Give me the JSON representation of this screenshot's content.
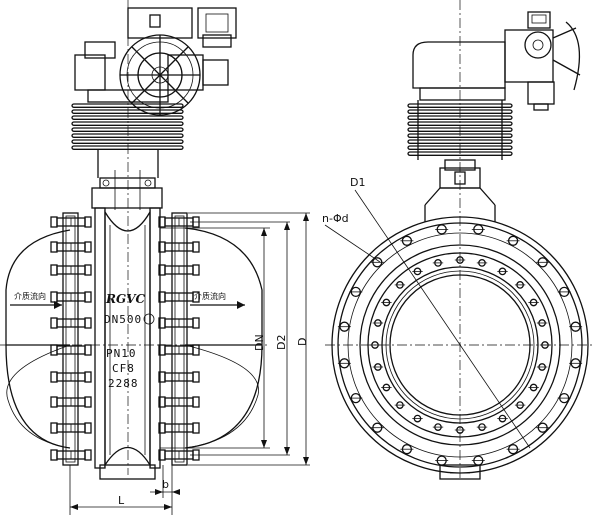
{
  "labels": {
    "flow_left": "介质流向",
    "flow_right": "介质流向",
    "brand": "RGVC",
    "dn_size": "DN500",
    "pn": "PN10",
    "material": "CF8",
    "code": "2288",
    "dim_DN": "DN",
    "dim_D2": "D2",
    "dim_D": "D",
    "dim_D1": "D1",
    "dim_nd": "n-Φd",
    "dim_L": "L",
    "dim_b": "b"
  }
}
